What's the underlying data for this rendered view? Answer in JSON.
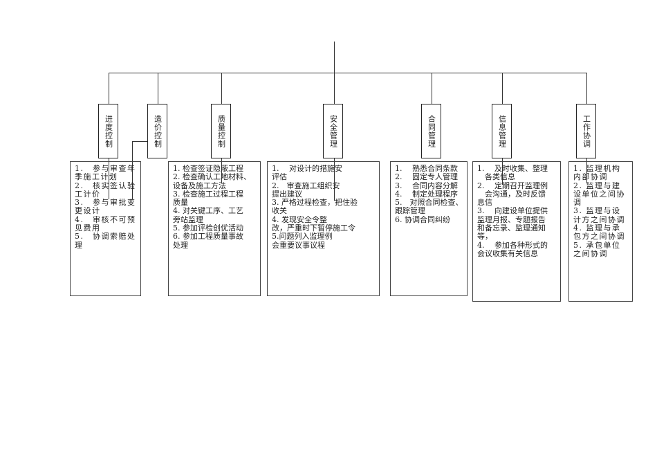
{
  "headers": [
    "进度控制",
    "造价控制",
    "质量控制",
    "安全管理",
    "合同管理",
    "信息管理",
    "工作协调"
  ],
  "boxes": [
    {
      "lines": [
        "1.　参与审查年",
        "季施工计划",
        "2.　核实签认验",
        "工计价",
        "3.　参与审批变",
        "更设计",
        "4.　审核不可预",
        "见费用",
        "5.　协调索赔处",
        "理"
      ]
    },
    {
      "lines": [
        "1.  检查签证隐蔽工程",
        "2.  检查确认工地材料、",
        "设备及施工方法",
        "3.  检查施工过程工程",
        "质量",
        "4.  对关键工序、工艺",
        "旁站监理",
        "5.  参加评检创优活动",
        "6.  参加工程质量事故",
        "处理"
      ]
    },
    {
      "lines": [
        "1.　 对设计的措施安",
        "评估",
        "2.　审查施工组织安",
        "提出建议",
        "3.  严格过程检查，把住验",
        "收关",
        "4.  发现安全令整",
        "改，严重时下暂停施工令",
        "5.问题列入监理例",
        "会重要议事议程"
      ]
    },
    {
      "lines": [
        "1.　 熟悉合同条款",
        "2.　 固定专人管理",
        "3.　 合同内容分解",
        "4.　 制定处理程序",
        "5.　对照合同检查、",
        "跟踪管理",
        "6.  协调合同纠纷"
      ]
    },
    {
      "lines": [
        "1.　 及时收集、整理",
        "　各类信息",
        "2.　 定期召开监理例",
        "　会沟通，及时反馈",
        "息信",
        "3.　 向建设单位提供",
        "监理月报、专题报告",
        "和备忘录、监理通知",
        "等，",
        "4.　 参加各种形式的",
        "会议收集有关信息"
      ]
    },
    {
      "lines": [
        "1.  监理机构",
        "内部协调",
        "2.  监理与建",
        "设单位之间协",
        "调",
        "3.  监理与设",
        "计方之间协调",
        "4.  监理与承",
        "包方之间协调",
        "5.  承包单位",
        "之间协调"
      ]
    }
  ]
}
